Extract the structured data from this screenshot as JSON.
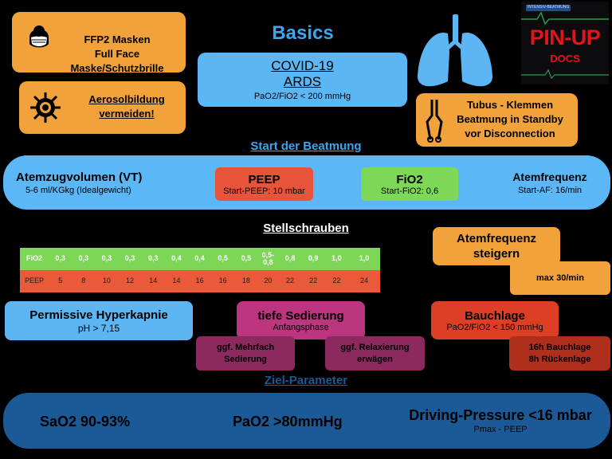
{
  "title": "Basics",
  "ppe": {
    "line1": "FFP2 Masken",
    "line2": "Full Face Maske/Schutzbrille"
  },
  "aerosol": {
    "line1": "Aerosolbildung",
    "line2": "vermeiden!"
  },
  "covid": {
    "line1": "COVID-19",
    "line2": "ARDS",
    "sub": "PaO2/FiO2 < 200 mmHg"
  },
  "tubus": {
    "line1": "Tubus - Klemmen",
    "line2": "Beatmung in Standby",
    "line3": "vor Disconnection"
  },
  "logo": {
    "top": "INTENSIV-BEATMUNG",
    "line1": "PIN-UP",
    "line2": "DOCS"
  },
  "start_heading": "Start der Beatmung",
  "vt": {
    "label": "Atemzugvolumen (VT)",
    "sub": "5-6 ml/KGkg (Idealgewicht)"
  },
  "peep": {
    "label": "PEEP",
    "sub": "Start-PEEP: 10 mbar"
  },
  "fio2": {
    "label": "FiO2",
    "sub": "Start-FiO2: 0,6"
  },
  "af": {
    "label": "Atemfrequenz",
    "sub": "Start-AF: 16/min"
  },
  "stell_heading": "Stellschrauben",
  "table": {
    "fio_label": "FiO2",
    "peep_label": "PEEP",
    "fio_values": [
      "0,3",
      "0,3",
      "0,3",
      "0,3",
      "0,3",
      "0,4",
      "0,4",
      "0,5",
      "0,5",
      "0,5-0,8",
      "0,8",
      "0,9",
      "1,0",
      "1,0"
    ],
    "peep_values": [
      "5",
      "8",
      "10",
      "12",
      "14",
      "14",
      "16",
      "16",
      "18",
      "20",
      "22",
      "22",
      "22",
      "24"
    ]
  },
  "af_up": {
    "line1": "Atemfrequenz",
    "line2": "steigern",
    "max": "max 30/min"
  },
  "hyperkapnie": {
    "label": "Permissive Hyperkapnie",
    "sub": "pH > 7,15"
  },
  "sedierung": {
    "label": "tiefe Sedierung",
    "sub": "Anfangsphase",
    "opt1_l1": "ggf. Mehrfach",
    "opt1_l2": "Sedierung",
    "opt2_l1": "ggf. Relaxierung",
    "opt2_l2": "erwägen"
  },
  "bauchlage": {
    "label": "Bauchlage",
    "sub": "PaO2/FiO2 < 150 mmHg",
    "d1": "16h Bauchlage",
    "d2": "8h Rückenlage"
  },
  "ziel_heading": "Ziel-Parameter",
  "ziel": {
    "sao2": "SaO2 90-93%",
    "pao2": "PaO2 >80mmHg",
    "dp": "Driving-Pressure <16 mbar",
    "dp_sub": "Pmax - PEEP"
  },
  "colors": {
    "orange": "#f2a23a",
    "blue": "#5db6f4",
    "red": "#e8543a",
    "green": "#7dd857",
    "magenta": "#b8347e",
    "darkred": "#b8321f",
    "navy": "#1b5a96"
  }
}
